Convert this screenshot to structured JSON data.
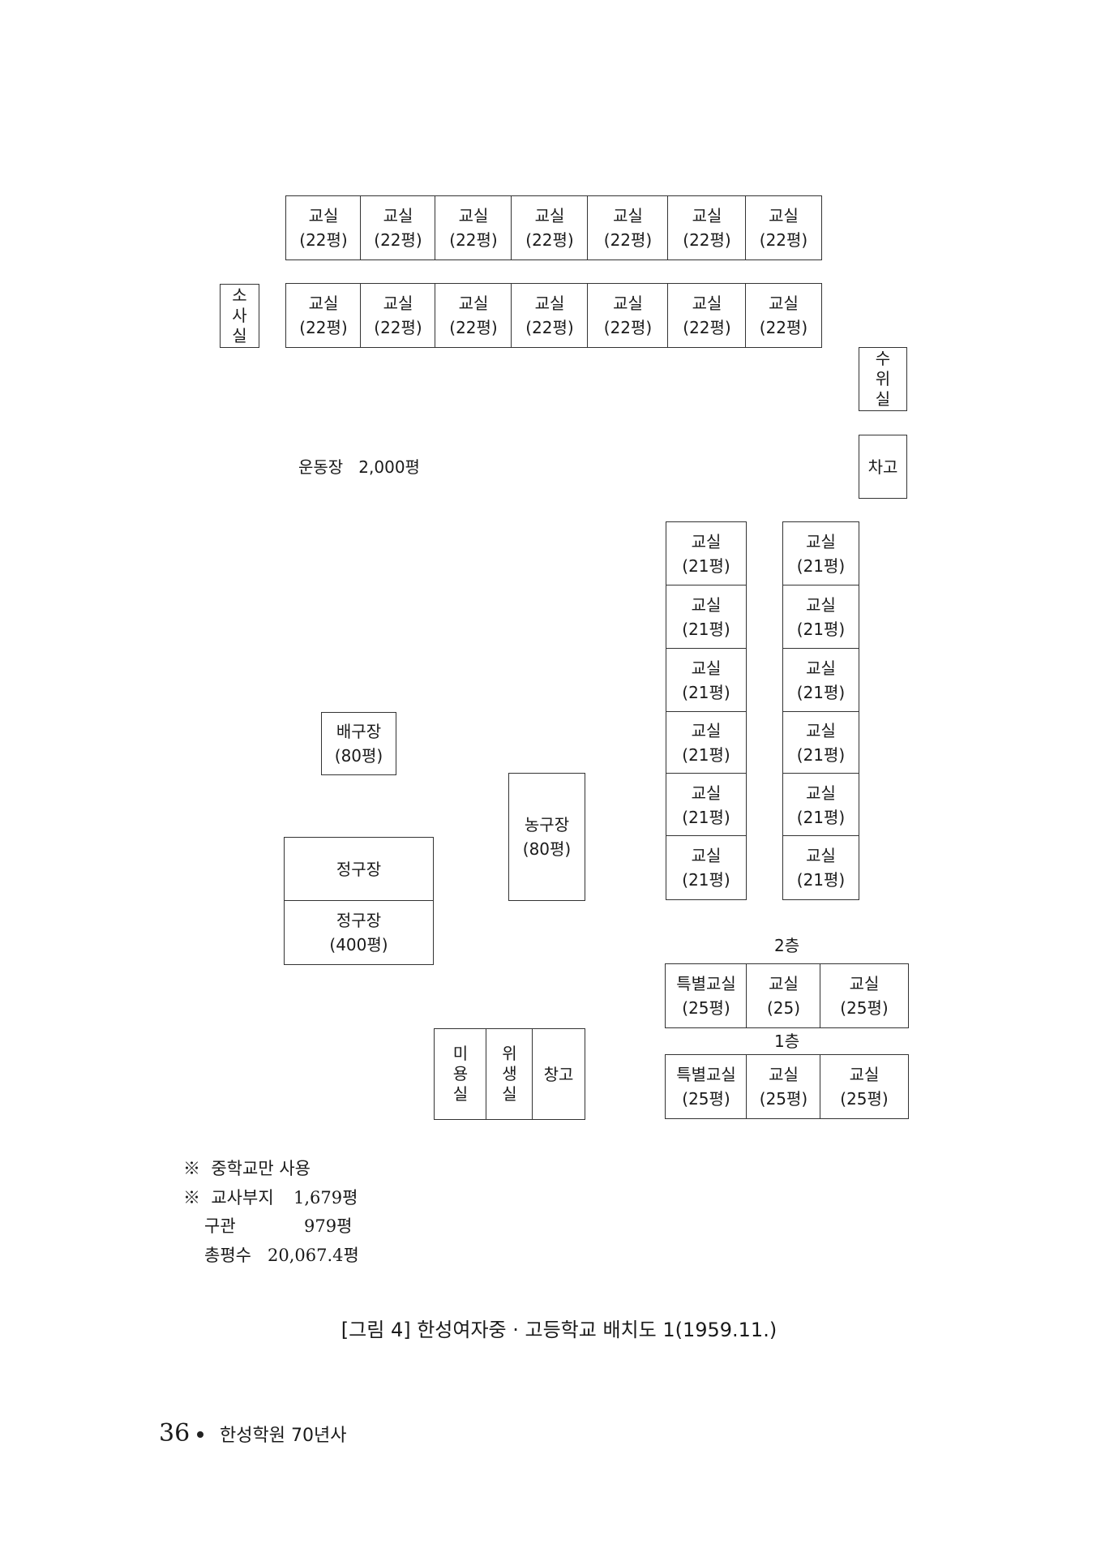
{
  "rooms": {
    "classroom": "교실",
    "area_22": "(22평)",
    "area_21": "(21평)",
    "area_25": "(25평)",
    "area_25_short": "(25)",
    "special_classroom": "특별교실",
    "sosa_1": "소",
    "sosa_2": "사",
    "sosa_3": "실",
    "suwi_1": "수",
    "suwi_2": "위",
    "suwi_3": "실",
    "garage": "차고",
    "volleyball": "배구장",
    "volleyball_area": "(80평)",
    "basketball": "농구장",
    "basketball_area": "(80평)",
    "tennis": "정구장",
    "tennis_area": "(400평)",
    "beauty_1": "미",
    "beauty_2": "용",
    "beauty_3": "실",
    "hygiene_1": "위",
    "hygiene_2": "생",
    "hygiene_3": "실",
    "storage": "창고"
  },
  "playground": {
    "name": "운동장",
    "area": "2,000평"
  },
  "floors": {
    "second": "2층",
    "first": "1층"
  },
  "notes": {
    "mark": "※",
    "middle_only": "중학교만 사용",
    "site_label": "교사부지",
    "site_value": "1,679평",
    "old_label": "구관",
    "old_value": "979평",
    "total_label": "총평수",
    "total_value": "20,067.4평"
  },
  "caption": "[그림 4] 한성여자중 · 고등학교 배치도 1(1959.11.)",
  "footer": {
    "page_number": "36",
    "book_title": "한성학원 70년사"
  }
}
